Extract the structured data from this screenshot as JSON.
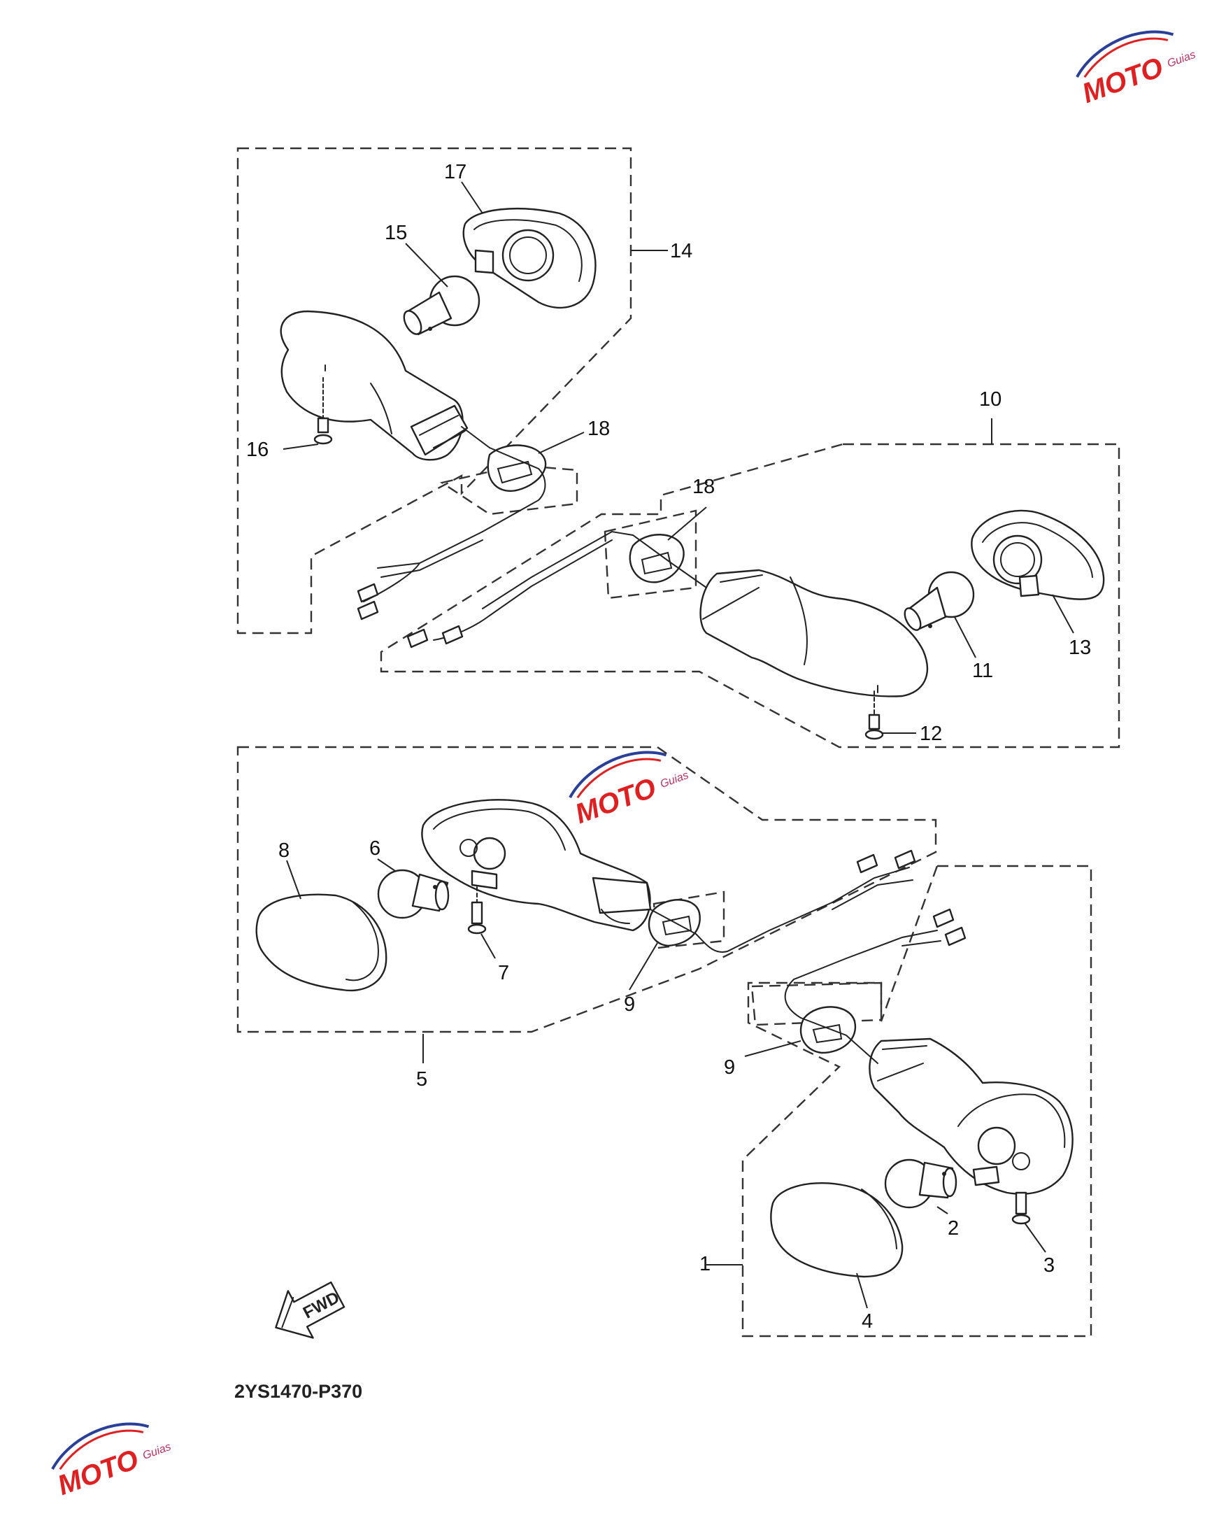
{
  "diagram_code": "2YS1470-P370",
  "fwd_label": "FWD",
  "watermark": {
    "brand": "MOTO",
    "sub": "Guias",
    "color": "#e02020",
    "accent": "#2a3f9a"
  },
  "callouts": [
    "1",
    "2",
    "3",
    "4",
    "5",
    "6",
    "7",
    "8",
    "9",
    "9",
    "10",
    "11",
    "12",
    "13",
    "14",
    "15",
    "16",
    "17",
    "18",
    "18"
  ]
}
